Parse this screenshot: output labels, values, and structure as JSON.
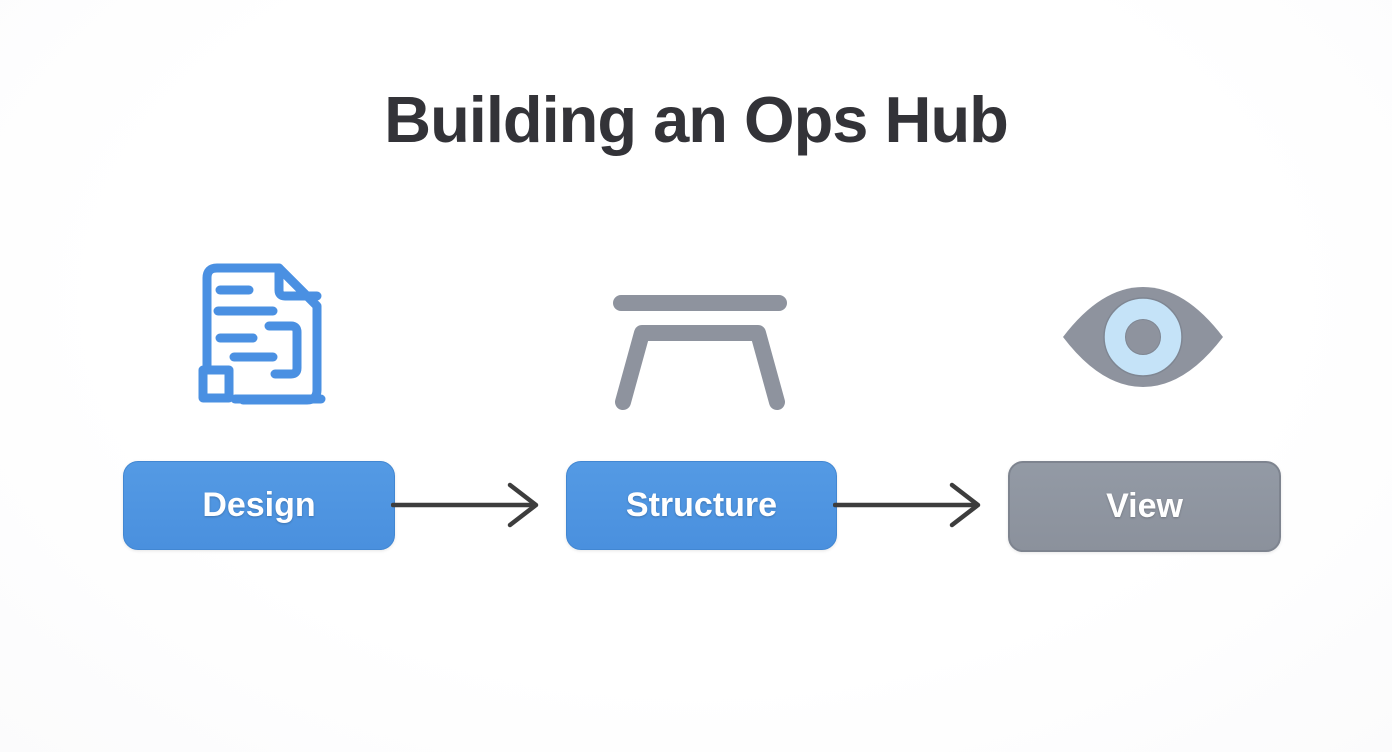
{
  "diagram": {
    "title": "Building an Ops Hub",
    "steps": [
      {
        "label": "Design",
        "icon": "document-icon",
        "variant": "blue",
        "color": "#4f95e0"
      },
      {
        "label": "Structure",
        "icon": "table-icon",
        "variant": "blue",
        "color": "#4f95e0"
      },
      {
        "label": "View",
        "icon": "eye-icon",
        "variant": "gray",
        "color": "#8e939e"
      }
    ],
    "connectors": [
      {
        "type": "arrow-right",
        "from": "Design",
        "to": "Structure"
      },
      {
        "type": "arrow-right",
        "from": "Structure",
        "to": "View"
      }
    ],
    "colors": {
      "background": "#fdfdfd",
      "title_text": "#333338",
      "node_blue": "#4f95e0",
      "node_gray": "#8e939e",
      "node_label_text": "#ffffff",
      "icon_document_blue": "#4a90e2",
      "icon_gray": "#8e939e",
      "eye_iris_blue": "#c5e3f8",
      "arrow_stroke": "#3d3d3d"
    }
  }
}
